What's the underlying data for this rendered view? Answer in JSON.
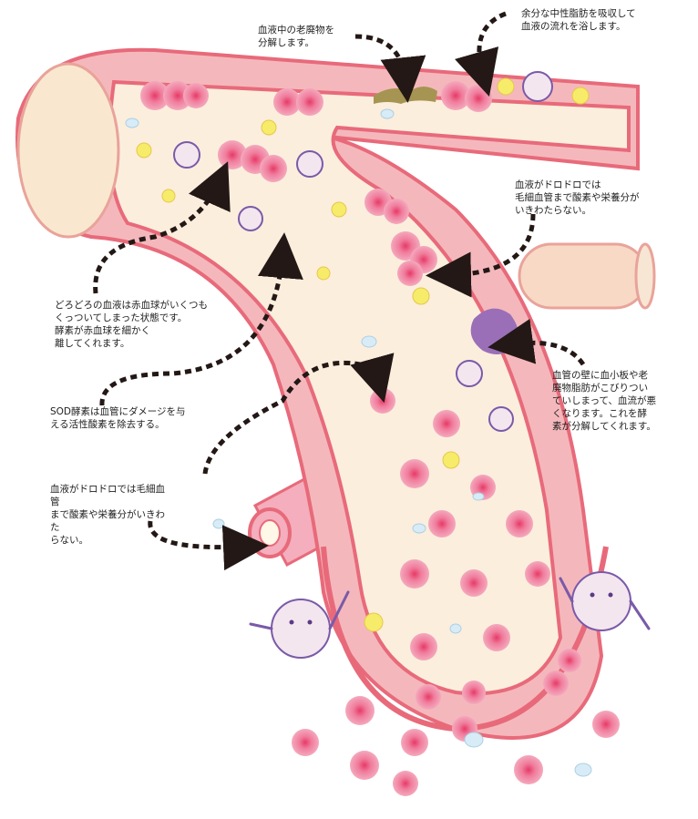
{
  "captions": {
    "waste": "血液中の老廃物を\n分解します。",
    "fat": "余分な中性脂肪を吸収して\n血液の流れを浴します。",
    "capillary_top": "血液がドロドロでは\n毛細血管まで酸素や栄養分が\nいきわたらない。",
    "clump": "どろどろの血液は赤血球がいくつも\nくっついてしまった状態です。\n酵素が赤血球を細かく\n離してくれます。",
    "wall": "血管の壁に血小板や老\n廃物脂肪がこびりつい\nていしまって、血流が悪\nくなります。これを酵\n素が分解してくれます。",
    "sod": "SOD酵素は血管にダメージを与\nえる活性酸素を除去する。",
    "capillary_bottom": "血液がドロドロでは毛細血管\nまで酸素や栄養分がいきわた\nらない。"
  },
  "colors": {
    "vessel_wall": "#e86a7a",
    "vessel_outer": "#f4b8bc",
    "vessel_inner": "#fbeedd",
    "red_cell": "#e8557a",
    "fat": "#f7eb6a",
    "plaque": "#9a6fb8",
    "arrow": "#231815"
  }
}
